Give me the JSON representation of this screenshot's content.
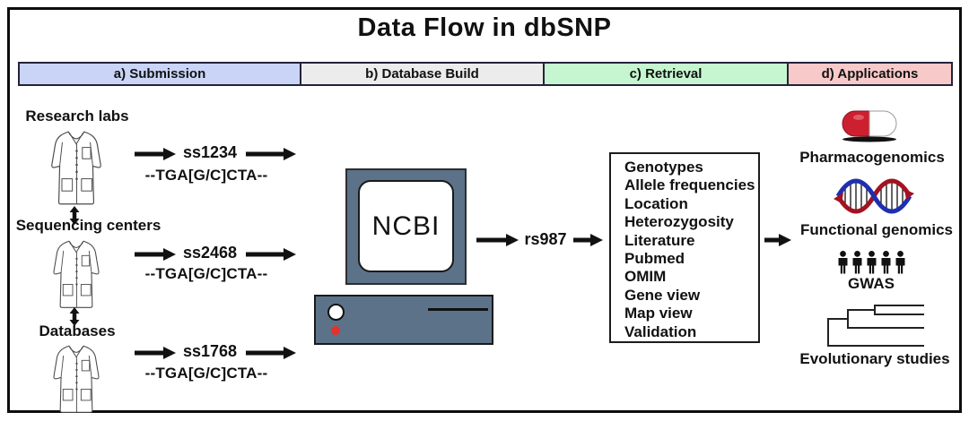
{
  "title": "Data Flow in dbSNP",
  "phases": [
    {
      "label": "a) Submission",
      "color": "#c9d4f6"
    },
    {
      "label": "b) Database Build",
      "color": "#ececec"
    },
    {
      "label": "c) Retrieval",
      "color": "#c6f6d0"
    },
    {
      "label": "d) Applications",
      "color": "#f8c9c9"
    }
  ],
  "submission": {
    "sources": [
      {
        "name": "Research labs",
        "ss_id": "ss1234",
        "sequence": "--TGA[G/C]CTA--"
      },
      {
        "name": "Sequencing centers",
        "ss_id": "ss2468",
        "sequence": "--TGA[G/C]CTA--"
      },
      {
        "name": "Databases",
        "ss_id": "ss1768",
        "sequence": "--TGA[G/C]CTA--"
      }
    ]
  },
  "database_build": {
    "computer_screen_label": "NCBI",
    "refsnp_id": "rs987"
  },
  "retrieval": {
    "box_items": [
      "Genotypes",
      "Allele frequencies",
      "Location",
      "Heterozygosity",
      "Literature",
      "Pubmed",
      "OMIM",
      "Gene view",
      "Map view",
      "Validation"
    ]
  },
  "applications": {
    "items": [
      {
        "icon": "pill-icon",
        "label": "Pharmacogenomics"
      },
      {
        "icon": "dna-icon",
        "label": "Functional genomics"
      },
      {
        "icon": "people-icon",
        "label": "GWAS"
      },
      {
        "icon": "phylogenetic-tree-icon",
        "label": "Evolutionary studies"
      }
    ]
  },
  "colors": {
    "computer_body": "#5b7289",
    "pill_red": "#cc2030",
    "dna_blue": "#1f2fae",
    "dna_red": "#a31220",
    "record_dot_red": "#e5312b",
    "phase_border": "#23233a",
    "frame_border": "#0d0d0d"
  }
}
